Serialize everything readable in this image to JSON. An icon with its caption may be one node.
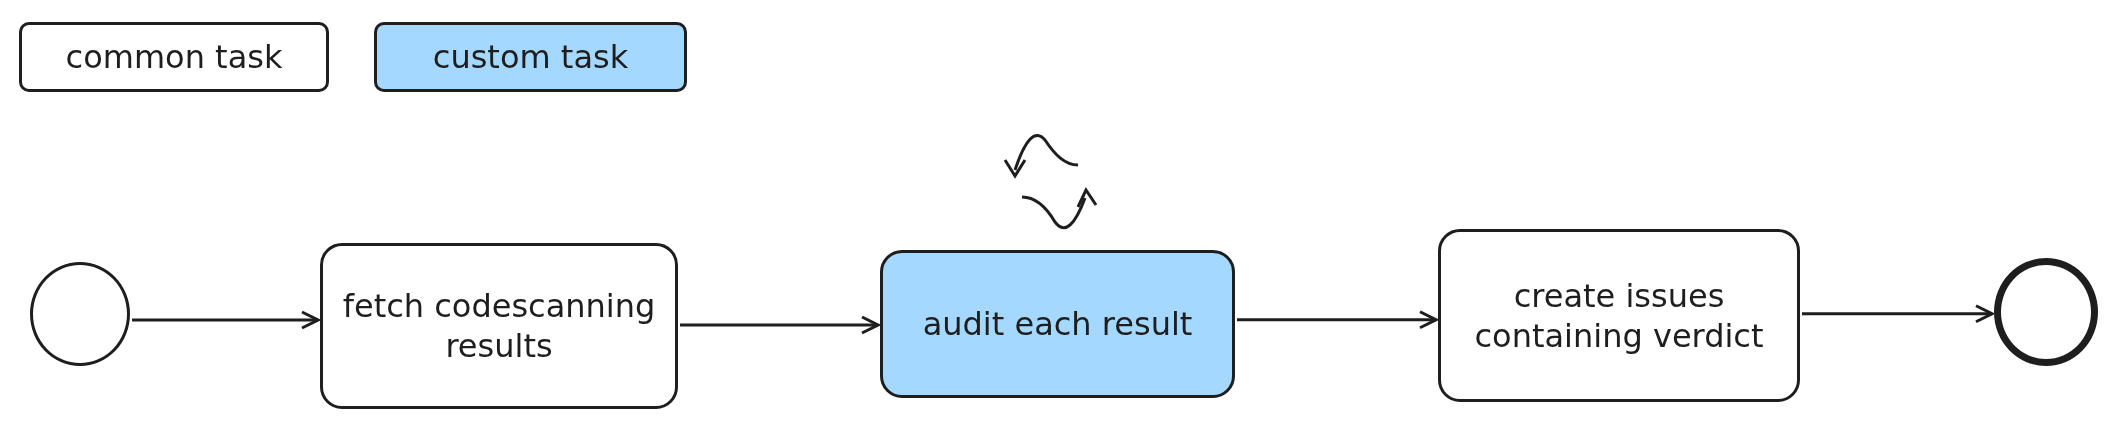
{
  "diagram": {
    "nodes": [
      {
        "text": [],
        "shape": "circle"
      },
      {
        "text": [
          "fetch codescanning results"
        ]
      },
      {
        "text": [
          "audit each result"
        ]
      },
      {
        "text": [
          "create issues containing verdict"
        ]
      },
      {
        "text": [],
        "shape": "circle"
      }
    ],
    "edges": [
      {
        "from": 0,
        "to": 1,
        "arrow": "to"
      },
      {
        "from": 1,
        "to": 2,
        "arrow": "to"
      },
      {
        "from": 2,
        "to": 3,
        "arrow": "to"
      },
      {
        "from": 3,
        "to": 4,
        "arrow": "to"
      }
    ],
    "legend": [
      {
        "text": "common task",
        "color": "#ffffff"
      },
      {
        "text": "custom task",
        "color": "#a5d8ff"
      }
    ]
  }
}
